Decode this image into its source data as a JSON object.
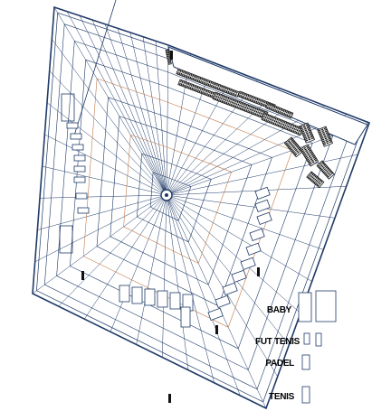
{
  "colors": {
    "line": "#1f3a68",
    "accent": "#c07a4a",
    "fill": "#ffffff",
    "seats": "#111111"
  },
  "legend": [
    {
      "label": "BABY"
    },
    {
      "label": "FUT TENIS"
    },
    {
      "label": "PADEL"
    },
    {
      "label": "TENIS"
    }
  ]
}
